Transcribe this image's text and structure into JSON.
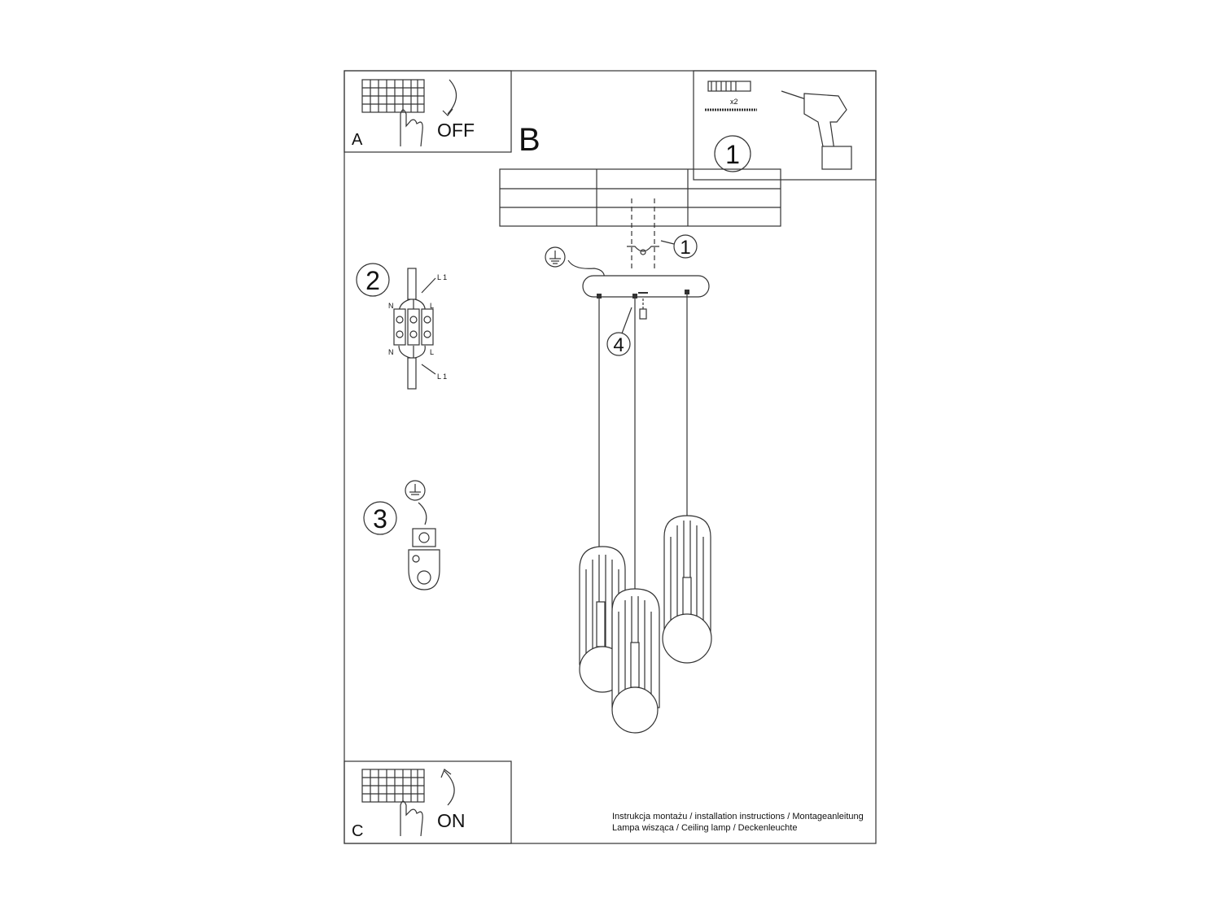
{
  "frame_a": {
    "letter": "A",
    "action": "OFF"
  },
  "frame_b": {
    "letter": "B"
  },
  "frame_c": {
    "letter": "C",
    "action": "ON"
  },
  "tools": {
    "step": "1",
    "quantity": "x2"
  },
  "steps": {
    "mount_bracket": "1",
    "wiring": "2",
    "ground": "3",
    "screw": "4"
  },
  "wiring_labels": {
    "l1_top": "L 1",
    "n_top": "N",
    "l_top": "L",
    "n_bottom": "N",
    "l_bottom": "L",
    "l1_bottom": "L 1"
  },
  "footer": {
    "line1": "Instrukcja montażu / installation instructions / Montageanleitung",
    "line2": "Lampa wisząca / Ceiling lamp / Deckenleuchte"
  }
}
